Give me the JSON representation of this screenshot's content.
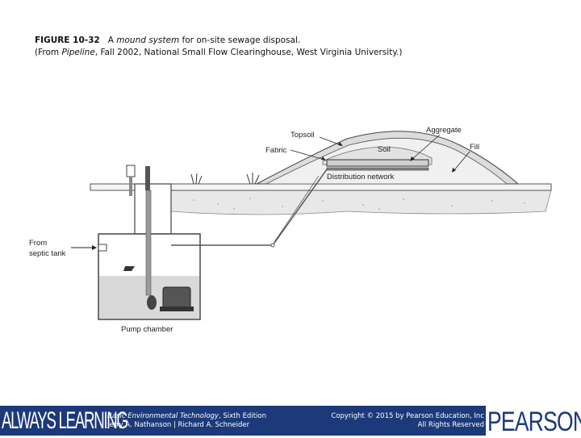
{
  "caption": {
    "figure_label": "FIGURE 10-32",
    "text_pre": "A",
    "italic_term": "mound system",
    "text_post": "for on-site sewage disposal.",
    "source_pre": "(From",
    "source_italic": "Pipeline",
    "source_post": ", Fall 2002, National Small Flow Clearinghouse, West Virginia University.)"
  },
  "diagram": {
    "labels": {
      "topsoil": "Topsoil",
      "aggregate": "Aggregate",
      "fabric": "Fabric",
      "soil": "Soil",
      "fill": "Fill",
      "distribution_network": "Distribution network",
      "from_line1": "From",
      "from_line2": "septic tank",
      "pump_chamber": "Pump chamber"
    }
  },
  "footer": {
    "always_learning": "ALWAYS LEARNING",
    "book_title": "Basic Environmental Technology",
    "book_edition": ", Sixth Edition",
    "authors": "Jerry A. Nathanson | Richard A. Schneider",
    "copyright": "Copyright © 2015 by Pearson Education, Inc",
    "rights": "All Rights Reserved",
    "brand": "PEARSON",
    "colors": {
      "band": "#1c3a7a",
      "text": "#ffffff"
    }
  }
}
